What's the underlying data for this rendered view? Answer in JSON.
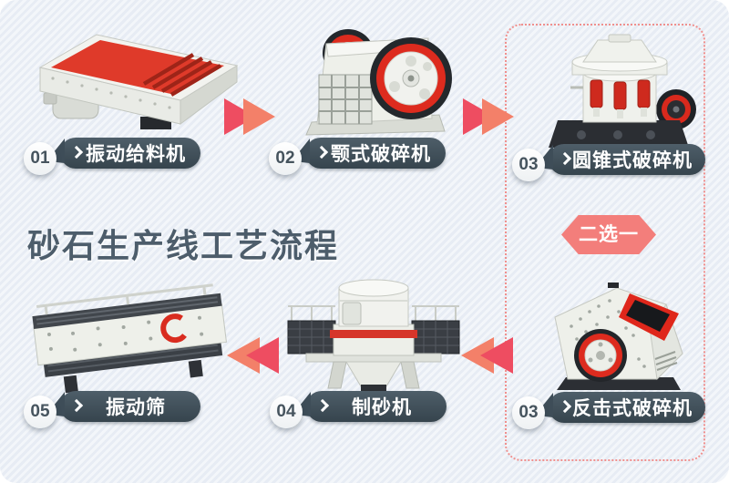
{
  "title": "砂石生产线工艺流程",
  "option_badge": "二选一",
  "steps": [
    {
      "num": "01",
      "label": "振动给料机"
    },
    {
      "num": "02",
      "label": "颚式破碎机"
    },
    {
      "num": "03",
      "label": "圆锥式破碎机"
    },
    {
      "num": "03",
      "label": "反击式破碎机"
    },
    {
      "num": "04",
      "label": "制砂机"
    },
    {
      "num": "05",
      "label": "振动筛"
    }
  ],
  "icons": {
    "step_label_chevron": "chevron-right"
  },
  "colors": {
    "background": "#edf1f7",
    "title_text": "#4d5d6b",
    "pill_top": "#4e5e69",
    "pill_bottom": "#36444d",
    "pill_tail": "#3e4d58",
    "number_text": "#46545e",
    "badge_bg": "#f37e7b",
    "dashed_border": "#f0908e",
    "arrow_back": "#ee4d61",
    "arrow_front": "#f38069",
    "machine_red": "#dd2b1e"
  }
}
